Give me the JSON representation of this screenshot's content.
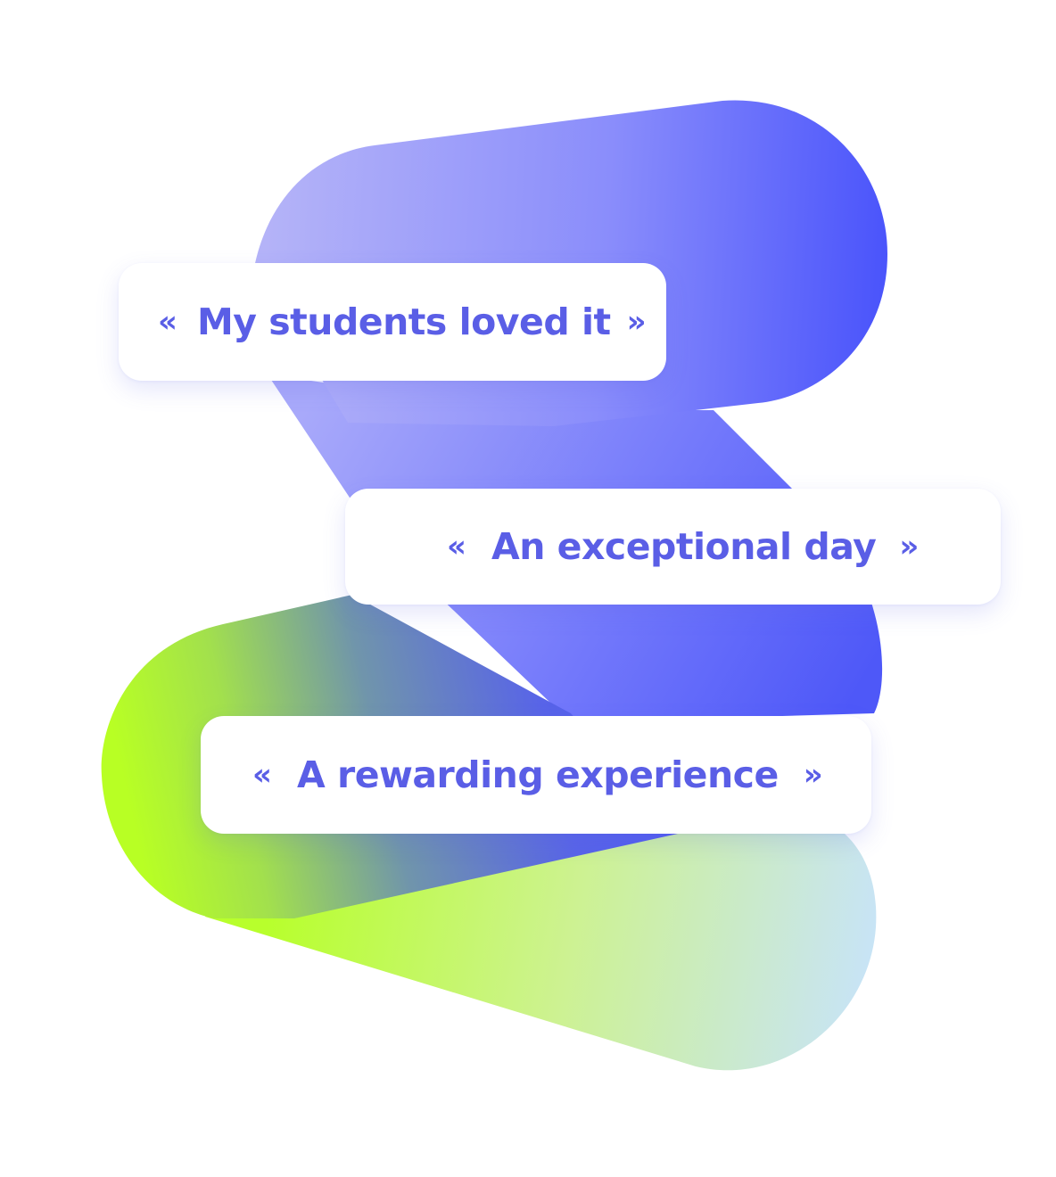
{
  "colors": {
    "text_accent": "#5a5ee6",
    "blue_deep": "#4b55fb",
    "blue_light": "#b3b3f8",
    "lime": "#b8ff2a",
    "pale_blue": "#c9e6f7",
    "card_background": "#ffffff"
  },
  "quotes": [
    {
      "open": "«",
      "text": "My students loved it",
      "close": "»"
    },
    {
      "open": "«",
      "text": "An exceptional day",
      "close": "»"
    },
    {
      "open": "«",
      "text": "A rewarding experience",
      "close": "»"
    }
  ]
}
